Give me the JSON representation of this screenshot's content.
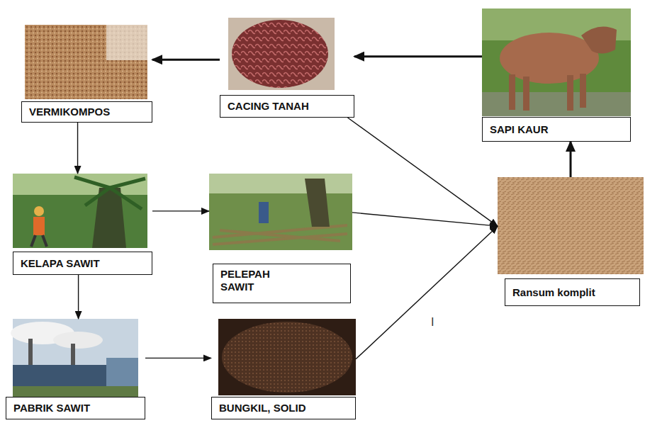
{
  "diagram": {
    "nodes": [
      {
        "text": [
          "VERMIKOMPOS"
        ]
      },
      {
        "text": [
          "CACING TANAH"
        ]
      },
      {
        "text": [
          "SAPI KAUR"
        ]
      },
      {
        "text": [
          "KELAPA SAWIT"
        ]
      },
      {
        "text": [
          "PELEPAH SAWIT"
        ]
      },
      {
        "text": [
          "Ransum komplit"
        ]
      },
      {
        "text": [
          "PABRIK SAWIT"
        ]
      },
      {
        "text": [
          "BUNGKIL, SOLID"
        ]
      }
    ],
    "edges": [
      {
        "from": 2,
        "to": 1,
        "arrow": "to"
      },
      {
        "from": 1,
        "to": 0,
        "arrow": "to"
      },
      {
        "from": 0,
        "to": 3,
        "arrow": "to"
      },
      {
        "from": 3,
        "to": 4,
        "arrow": "to"
      },
      {
        "from": 3,
        "to": 6,
        "arrow": "to"
      },
      {
        "from": 6,
        "to": 7,
        "arrow": "to"
      },
      {
        "from": 1,
        "to": 5,
        "arrow": "to"
      },
      {
        "from": 4,
        "to": 5,
        "arrow": "to"
      },
      {
        "from": 7,
        "to": 5,
        "arrow": "to"
      },
      {
        "from": 5,
        "to": 2,
        "arrow": "to"
      }
    ],
    "labels": [
      "I"
    ]
  }
}
